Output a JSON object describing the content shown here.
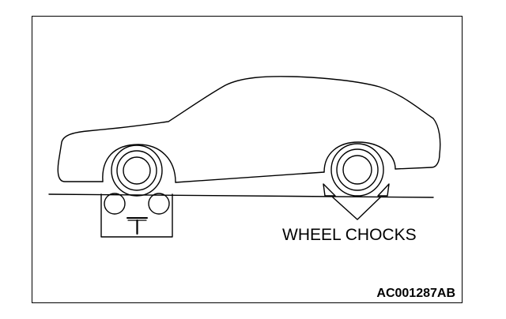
{
  "callout_label": "WHEEL CHOCKS",
  "figure_id": "AC001287AB",
  "jack_symbol": "T",
  "colors": {
    "line": "#000000",
    "background": "#ffffff"
  }
}
